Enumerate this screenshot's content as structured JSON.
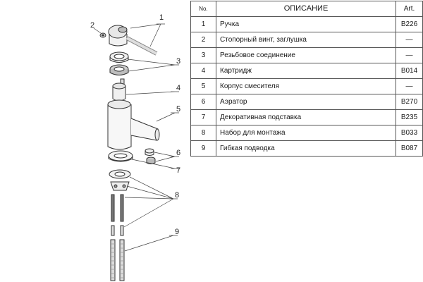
{
  "table": {
    "headers": {
      "no": "No.",
      "description": "ОПИСАНИЕ",
      "art": "Art."
    },
    "rows": [
      {
        "no": "1",
        "description": "Ручка",
        "art": "B226"
      },
      {
        "no": "2",
        "description": "Стопорный винт, заглушка",
        "art": "—"
      },
      {
        "no": "3",
        "description": "Резьбовое соединение",
        "art": "—"
      },
      {
        "no": "4",
        "description": "Картридж",
        "art": "B014"
      },
      {
        "no": "5",
        "description": "Корпус смесителя",
        "art": "—"
      },
      {
        "no": "6",
        "description": "Аэратор",
        "art": "B270"
      },
      {
        "no": "7",
        "description": "Декоративная подставка",
        "art": "B235"
      },
      {
        "no": "8",
        "description": "Набор для монтажа",
        "art": "B033"
      },
      {
        "no": "9",
        "description": "Гибкая подводка",
        "art": "B087"
      }
    ]
  },
  "callouts": [
    "1",
    "2",
    "3",
    "4",
    "5",
    "6",
    "7",
    "8",
    "9"
  ]
}
